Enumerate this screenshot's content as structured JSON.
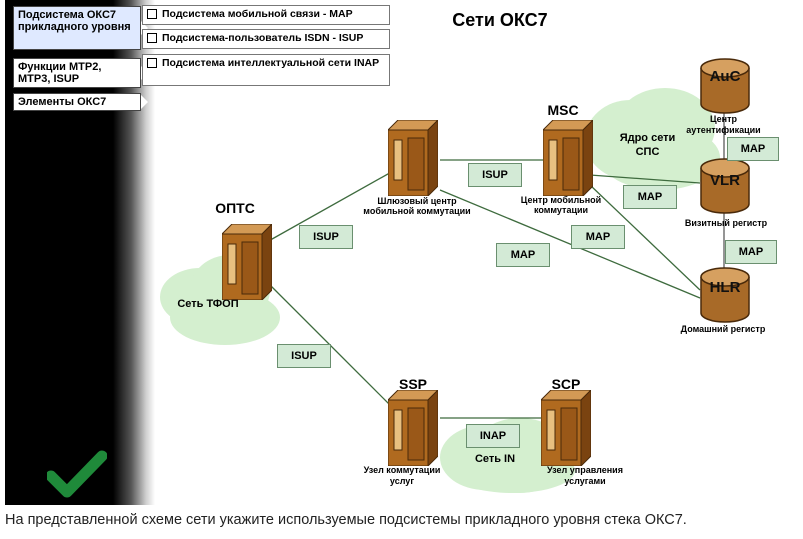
{
  "title": "Сети ОКС7",
  "left_panel": {
    "items": [
      {
        "label": "Подсистема ОКС7 прикладного уровня"
      },
      {
        "label": "Функции МТР2, МТР3, ISUP"
      },
      {
        "label": "Элементы ОКС7"
      }
    ]
  },
  "options": [
    {
      "label": "Подсистема мобильной связи - MAP"
    },
    {
      "label": "Подсистема-пользователь ISDN - ISUP"
    },
    {
      "label": "Подсистема интеллектуальной сети INAP"
    }
  ],
  "nodes": {
    "opts": {
      "name": "ОПТС"
    },
    "gateway": {
      "name": "Шлюзовый центр мобильной коммутации"
    },
    "msc": {
      "name": "MSC",
      "desc": "Центр мобильной коммутации"
    },
    "ssp": {
      "name": "SSP",
      "desc": "Узел коммутации услуг"
    },
    "scp": {
      "name": "SCP",
      "desc": "Узел управления услугами"
    },
    "auc": {
      "name": "AuC",
      "desc": "Центр аутентификации"
    },
    "vlr": {
      "name": "VLR",
      "desc": "Визитный регистр"
    },
    "hlr": {
      "name": "HLR",
      "desc": "Домашний регистр"
    }
  },
  "clouds": {
    "pstn": "Сеть ТФОП",
    "core": "Ядро сети СПС",
    "in": "Сеть IN"
  },
  "protocols": {
    "isup_opts_gw": "ISUP",
    "isup_gw_msc": "ISUP",
    "isup_opts_ssp": "ISUP",
    "map_msc_vlr": "MAP",
    "map_auc_vlr": "MAP",
    "map_msc_hlr": "MAP",
    "map_gw_hlr": "MAP",
    "map_vlr_hlr": "MAP",
    "inap": "INAP"
  },
  "caption": "На представленной схеме сети укажите используемые подсистемы прикладного уровня стека ОКС7.",
  "colors": {
    "cloud": "#d4efcf",
    "link": "#3e6b3e",
    "protocol_box": "#d3ead6",
    "server": "#b06a1f",
    "db": "#a86a28",
    "check": "#1f8a3a"
  }
}
